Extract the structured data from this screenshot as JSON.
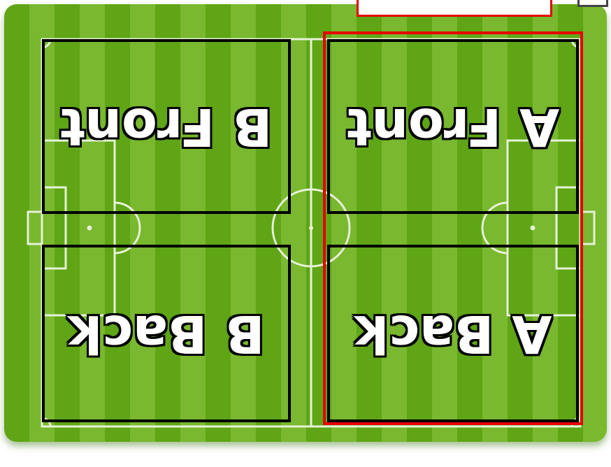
{
  "pitch": {
    "stripe_dark": "#5fa516",
    "stripe_light": "#79b82f",
    "line_color": "#e6f2d6"
  },
  "zones": {
    "a_front": "A Front",
    "a_back": "A Back",
    "b_front": "B Front",
    "b_back": "B Back"
  },
  "highlight_color": "#e60000",
  "top_tag": {
    "text": ""
  }
}
